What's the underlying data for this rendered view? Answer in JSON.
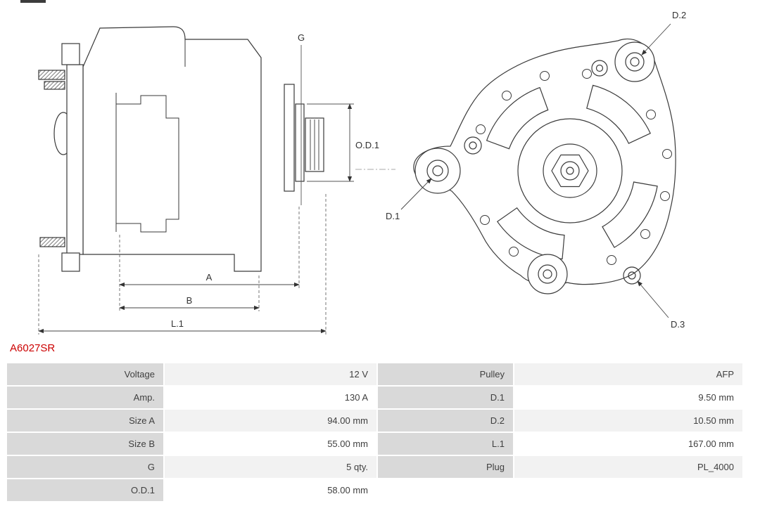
{
  "part_number": "A6027SR",
  "colors": {
    "part_number_red": "#cc0000",
    "drawing_line": "#3a3a3a",
    "table_label_bg": "#d9d9d9",
    "table_value_shade_bg": "#f2f2f2",
    "table_value_bg": "#ffffff"
  },
  "diagram": {
    "labels": {
      "g": "G",
      "od1": "O.D.1",
      "a": "A",
      "b": "B",
      "l1": "L.1",
      "d1": "D.1",
      "d2": "D.2",
      "d3": "D.3"
    }
  },
  "table": {
    "rows": [
      {
        "label1": "Voltage",
        "value1": "12 V",
        "label2": "Pulley",
        "value2": "AFP"
      },
      {
        "label1": "Amp.",
        "value1": "130 A",
        "label2": "D.1",
        "value2": "9.50 mm"
      },
      {
        "label1": "Size A",
        "value1": "94.00 mm",
        "label2": "D.2",
        "value2": "10.50 mm"
      },
      {
        "label1": "Size B",
        "value1": "55.00 mm",
        "label2": "L.1",
        "value2": "167.00 mm"
      },
      {
        "label1": "G",
        "value1": "5 qty.",
        "label2": "Plug",
        "value2": "PL_4000"
      },
      {
        "label1": "O.D.1",
        "value1": "58.00 mm",
        "label2": null,
        "value2": null
      }
    ]
  }
}
